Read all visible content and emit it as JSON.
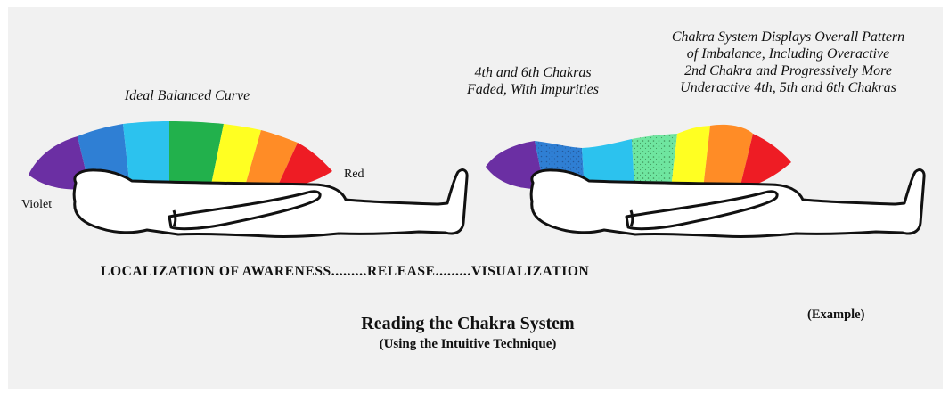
{
  "left_figure": {
    "caption": "Ideal Balanced Curve",
    "violet_label": "Violet",
    "red_label": "Red"
  },
  "middle_note": [
    "4th and 6th Chakras",
    "Faded, With Impurities"
  ],
  "right_note": [
    "Chakra System Displays Overall Pattern",
    "of Imbalance, Including Overactive",
    "2nd Chakra and Progressively More",
    "Underactive 4th, 5th and 6th Chakras"
  ],
  "process_line": "LOCALIZATION OF AWARENESS.........RELEASE.........VISUALIZATION",
  "title": "Reading the Chakra System",
  "subtitle": "(Using the Intuitive Technique)",
  "example_label": "(Example)",
  "colors": {
    "violet": "#6b2fa3",
    "indigo": "#2f7fd4",
    "blue": "#2cc2ee",
    "green": "#22b14c",
    "yellow": "#ffff22",
    "orange": "#ff8c26",
    "red": "#ee1c24"
  }
}
